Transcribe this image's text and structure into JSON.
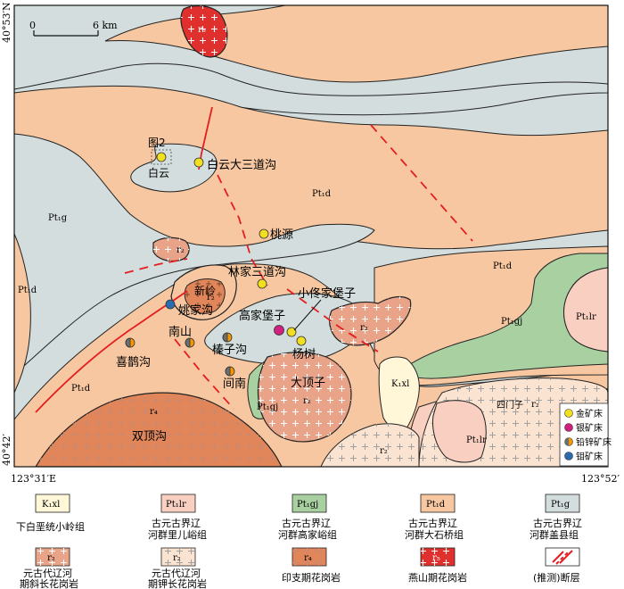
{
  "coords": {
    "top_left": "40°53′N",
    "bottom_left": "40°42′",
    "bottom_left_lon": "123°31′E",
    "bottom_right_lon": "123°52′"
  },
  "scale": {
    "zero": "0",
    "end": "6 km"
  },
  "colors": {
    "pt_g": "#d3dddd",
    "pt_d": "#f6c7a0",
    "pt_gj": "#a8d0a0",
    "pt_lr": "#f8cfc0",
    "k_xl": "#fff7d7",
    "granite_yanshan": "#e0302e",
    "granite_indosinian": "#e0865a",
    "granite_r2": "#e9a388",
    "gold": "#f2e020",
    "silver": "#d02080",
    "pbzn_a": "#f39800",
    "pbzn_b": "#6d6e71",
    "mo": "#2b6cb0",
    "fault": "#e41e20"
  },
  "units": {
    "pt1g": "Pt₁g",
    "pt1d": "Pt₁d",
    "pt1gj": "Pt₁gj",
    "pt1lr": "Pt₁lr",
    "k1xl": "K₁xl",
    "g2": "r₂",
    "g5": "r₅",
    "g4": "r₄",
    "g2b": "r₂"
  },
  "places": {
    "fig2": "图2",
    "baiyun": "白云",
    "baiyun_dsg": "白云大三道沟",
    "taoyuan": "桃源",
    "linjia": "林家三道沟",
    "xiaotong": "小佟家堡子",
    "gaojia": "高家堡子",
    "xinling": "新岭",
    "yaojia": "姚家沟",
    "nanshan": "南山",
    "zhenzi": "榛子沟",
    "yangshu": "杨树",
    "xique": "喜鹊沟",
    "jiannan": "间南",
    "dading": "大顶子",
    "shuangding": "双顶沟",
    "simenzi": "四门子"
  },
  "map_legend": {
    "gold": "金矿床",
    "silver": "银矿床",
    "pbzn": "铅锌矿床",
    "mo": "钼矿床"
  },
  "legend": {
    "k1xl_box": "K₁xl",
    "k1xl_desc": "下白垩统小岭组",
    "pt1lr_box": "Pt₁lr",
    "pt1lr_desc1": "古元古界辽",
    "pt1lr_desc2": "河群里儿峪组",
    "pt1gj_box": "Pt₁gj",
    "pt1gj_desc1": "古元古界辽",
    "pt1gj_desc2": "河群高家峪组",
    "pt1d_box": "Pt₁d",
    "pt1d_desc1": "古元古界辽",
    "pt1d_desc2": "河群大石桥组",
    "pt1g_box": "Pt₁g",
    "pt1g_desc1": "古元古界辽",
    "pt1g_desc2": "河群盖县组",
    "r2_box": "r₂",
    "r2_desc1": "元古代辽河",
    "r2_desc2": "期斜长花岗岩",
    "r2b_box": "r₂",
    "r2b_desc1": "元古代辽河",
    "r2b_desc2": "期钾长花岗岩",
    "r4_box": "r₄",
    "r4_desc": "印支期花岗岩",
    "r5_box": "r₅",
    "r5_desc": "燕山期花岗岩",
    "fault_desc": "(推测)断层"
  }
}
